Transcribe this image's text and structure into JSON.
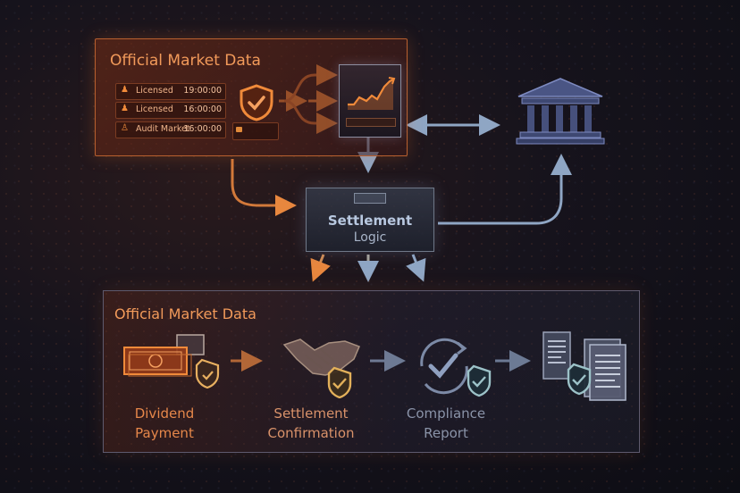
{
  "top_panel": {
    "title": "Official Market Data",
    "rows": [
      {
        "icon": "person-icon",
        "label": "Licensed",
        "value": "19:00:00"
      },
      {
        "icon": "person-icon",
        "label": "Licensed",
        "value": "16:00:00"
      },
      {
        "icon": "auditor-icon",
        "label": "Audit Market",
        "value": "16:00:00"
      }
    ]
  },
  "settlement": {
    "line1": "Settlement",
    "line2": "Logic"
  },
  "bottom_panel": {
    "title": "Official Market Data",
    "steps": [
      {
        "line1": "Dividend",
        "line2": "Payment",
        "icon": "banknotes-icon"
      },
      {
        "line1": "Settlement",
        "line2": "Confirmation",
        "icon": "handshake-icon"
      },
      {
        "line1": "Compliance",
        "line2": "Report",
        "icon": "check-cycle-icon"
      },
      {
        "line1": "",
        "line2": "",
        "icon": "documents-icon"
      }
    ]
  },
  "colors": {
    "orange": "#f08a3a",
    "slate": "#8fa6c4",
    "background": "#0f0f17"
  }
}
